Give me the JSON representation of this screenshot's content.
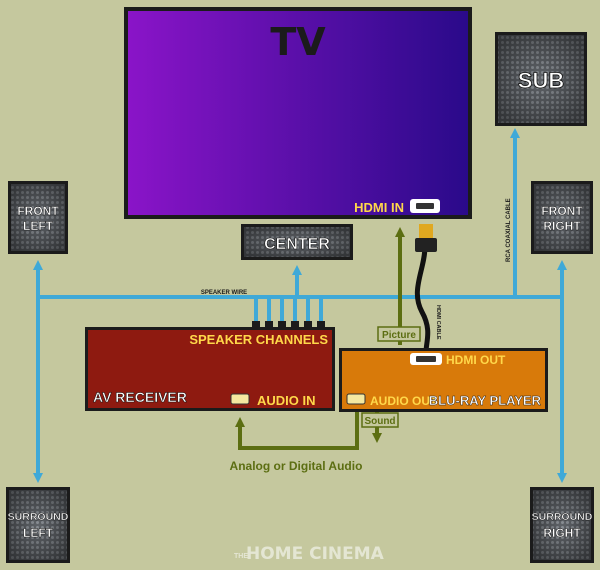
{
  "tv": {
    "label": "TV",
    "port": "HDMI IN"
  },
  "center": {
    "label": "CENTER"
  },
  "sub": {
    "label": "SUB"
  },
  "front_left": {
    "line1": "FRONT",
    "line2": "LEFT"
  },
  "front_right": {
    "line1": "FRONT",
    "line2": "RIGHT"
  },
  "surround_left": {
    "line1": "SURROUND",
    "line2": "LEFT"
  },
  "surround_right": {
    "line1": "SURROUND",
    "line2": "RIGHT"
  },
  "receiver": {
    "label": "AV RECEIVER",
    "channels": "SPEAKER CHANNELS",
    "audio_in": "AUDIO IN"
  },
  "bluray": {
    "label": "BLU-RAY PLAYER",
    "hdmi_out": "HDMI OUT",
    "audio_out": "AUDIO OUT"
  },
  "cables": {
    "speaker_wire": "SPEAKER WIRE",
    "rca": "RCA COAXIAL CABLE",
    "hdmi": "HDMI CABLE",
    "picture": "Picture",
    "sound": "Sound",
    "audio": "Analog or Digital Audio"
  },
  "watermark": {
    "small": "THE",
    "main": "HOME CINEMA"
  },
  "colors": {
    "background": "#c5c89e",
    "tv_left": "#8a14c8",
    "tv_right": "#2a0a8a",
    "speaker_wire": "#3fa9d8",
    "audio_cable": "#5c6e12",
    "receiver": "#8e1a10",
    "bluray": "#d87a0a",
    "label_yellow": "#ffd84a",
    "speaker_grey": "#6f7378"
  }
}
